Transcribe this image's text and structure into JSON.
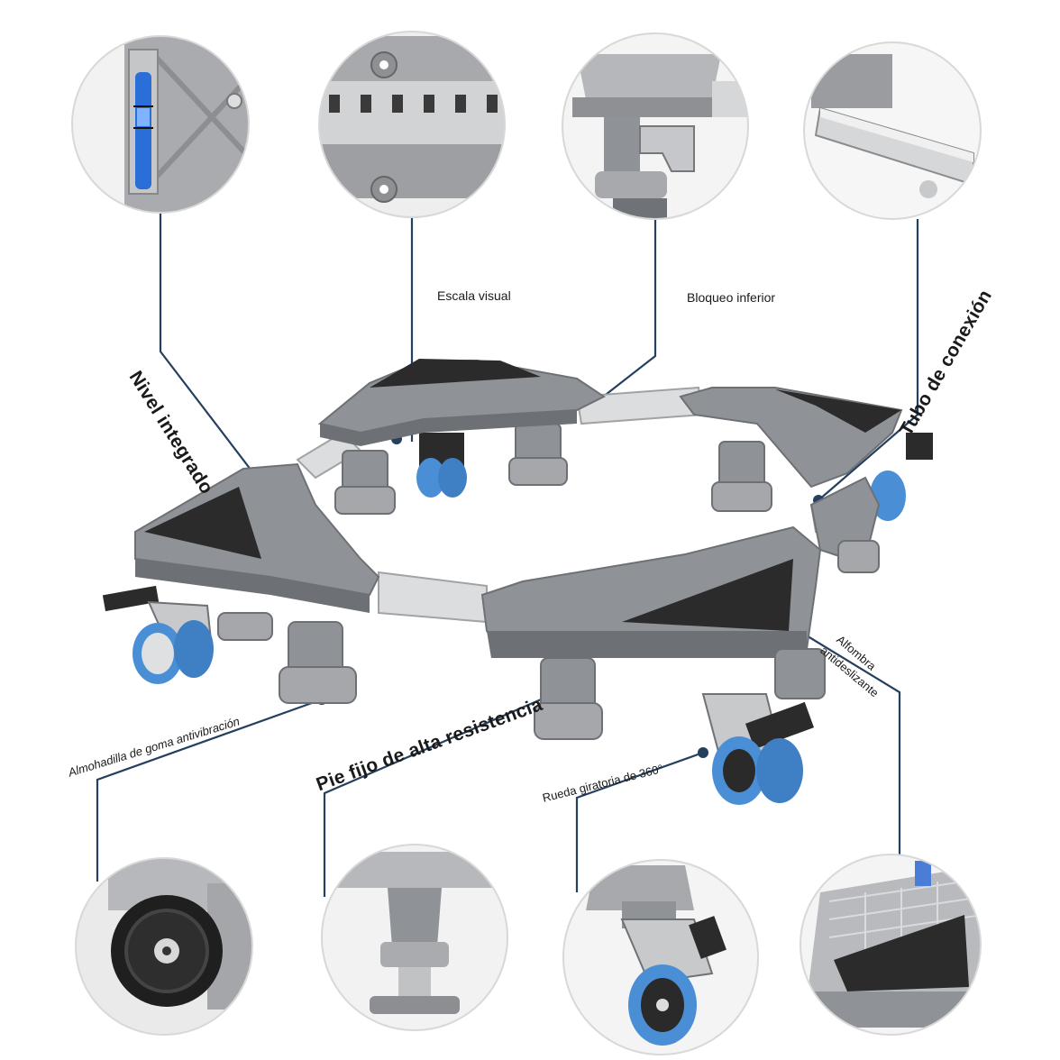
{
  "labels": {
    "visual_scale": "Escala visual",
    "lower_lock": "Bloqueo inferior",
    "integrated_level": "Nivel integrado",
    "connection_tube": "Tubo de conexión",
    "non_slip_mat_line1": "Alfombra",
    "non_slip_mat_line2": "antideslizante",
    "anti_vibration_pad": "Almohadilla de goma antivibración",
    "heavy_duty_foot": "Pie fijo de alta resistencia",
    "swivel_wheel": "Rueda giratoria de 360°"
  },
  "colors": {
    "line": "#24405e",
    "frame_gray": "#8f9296",
    "frame_dark": "#6d7074",
    "mat": "#2b2b2b",
    "wheel_blue": "#4a8fd6",
    "steel": "#d9dadc",
    "circle_border": "#d8d8d8"
  },
  "icons": [
    "level-icon",
    "scale-icon",
    "lock-icon",
    "tube-icon",
    "pad-icon",
    "foot-icon",
    "wheel-icon",
    "mat-icon"
  ]
}
